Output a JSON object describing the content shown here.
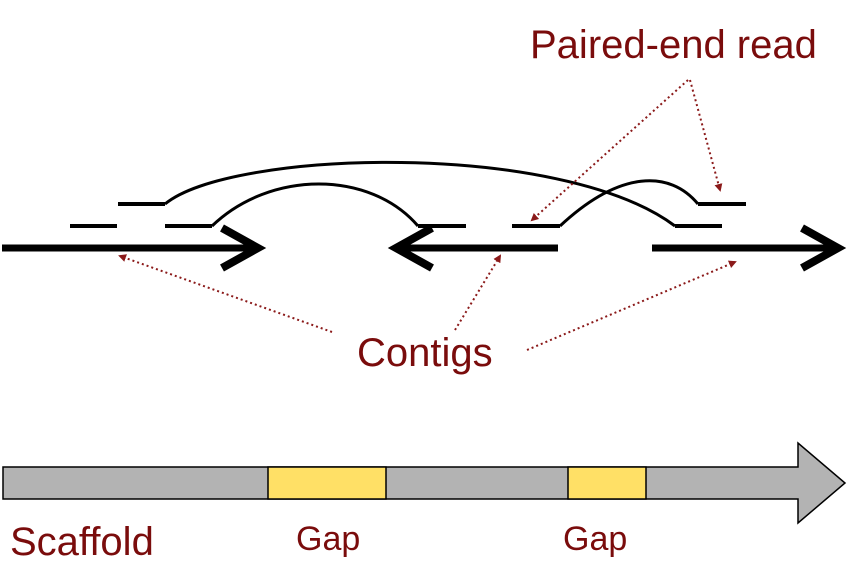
{
  "labels": {
    "paired_end_read": "Paired-end read",
    "contigs": "Contigs",
    "scaffold": "Scaffold",
    "gap_1": "Gap",
    "gap_2": "Gap"
  },
  "colors": {
    "label_text": "#7a0c0c",
    "annotation_dotted": "#8b1a1a",
    "contig_stroke": "#000000",
    "scaffold_fill": "#b3b3b3",
    "gap_fill": "#ffe066"
  }
}
